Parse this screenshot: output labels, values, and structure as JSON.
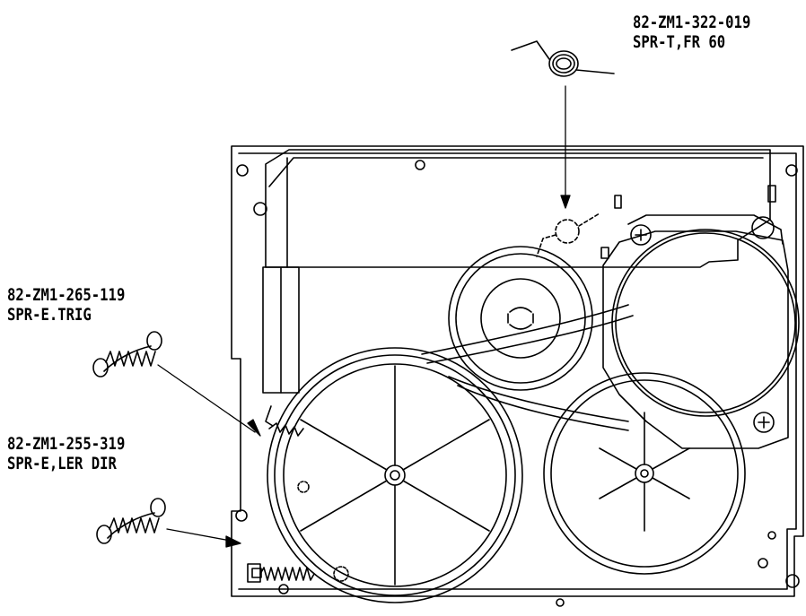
{
  "parts": [
    {
      "part_no": "82-ZM1-322-019",
      "name": "SPR-T,FR 60"
    },
    {
      "part_no": "82-ZM1-265-119",
      "name": "SPR-E.TRIG"
    },
    {
      "part_no": "82-ZM1-255-319",
      "name": "SPR-E,LER DIR"
    }
  ]
}
